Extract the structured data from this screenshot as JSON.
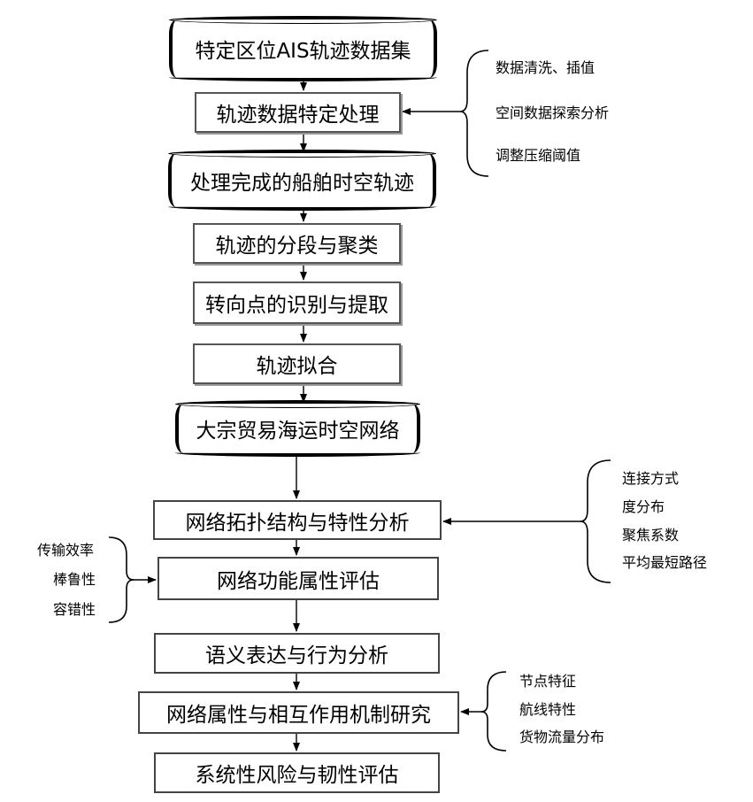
{
  "nodes": {
    "ais_dataset": "特定区位AIS轨迹数据集",
    "trajectory_processing": "轨迹数据特定处理",
    "processed_trajectories": "处理完成的船舶时空轨迹",
    "segmentation_clustering": "轨迹的分段与聚类",
    "turning_points": "转向点的识别与提取",
    "trajectory_fitting": "轨迹拟合",
    "trade_network": "大宗贸易海运时空网络",
    "topology_analysis": "网络拓扑结构与特性分析",
    "function_evaluation": "网络功能属性评估",
    "semantic_analysis": "语义表达与行为分析",
    "mechanism_research": "网络属性与相互作用机制研究",
    "risk_resilience": "系统性风险与韧性评估"
  },
  "annotations": {
    "processing": [
      "数据清洗、插值",
      "空间数据探索分析",
      "调整压缩阈值"
    ],
    "topology": [
      "连接方式",
      "度分布",
      "聚焦系数",
      "平均最短路径"
    ],
    "function": [
      "传输效率",
      "棒鲁性",
      "容错性"
    ],
    "mechanism": [
      "节点特征",
      "航线特性",
      "货物流量分布"
    ]
  }
}
